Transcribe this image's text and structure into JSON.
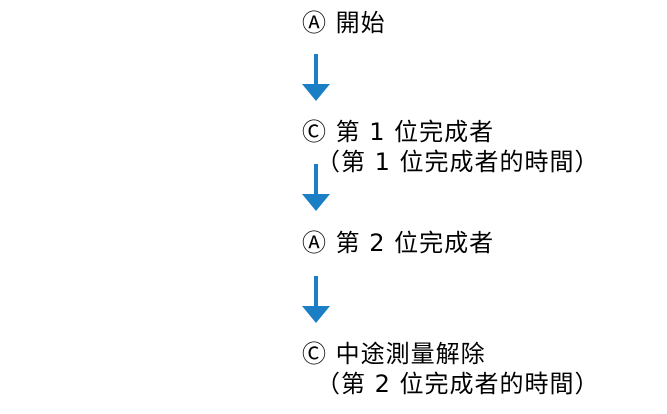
{
  "steps": [
    {
      "text": "Ⓐ 開始"
    },
    {
      "text": "Ⓒ 第 1 位完成者",
      "sub": "（第 1 位完成者的時間）"
    },
    {
      "text": "Ⓐ 第 2 位完成者"
    },
    {
      "text": "Ⓒ 中途測量解除",
      "sub": "（第 2 位完成者的時間）"
    }
  ],
  "arrow_color": "#1a7fc4"
}
